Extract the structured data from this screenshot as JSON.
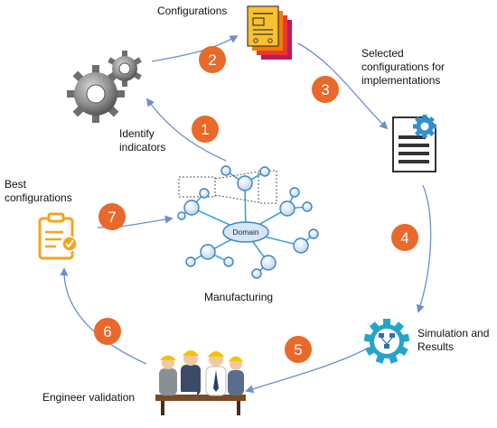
{
  "labels": {
    "configurations": "Configurations",
    "selected": "Selected\nconfigurations for\nimplementations",
    "identify": "Identify\nindicators",
    "best": "Best\nconfigurations",
    "manufacturing": "Manufacturing",
    "simulation": "Simulation and\nResults",
    "engineer": "Engineer validation",
    "domain": "Domain"
  },
  "steps": [
    "1",
    "2",
    "3",
    "4",
    "5",
    "6",
    "7"
  ],
  "icons": {
    "gears": "gears-icon",
    "documents": "document-stack-icon",
    "config_doc": "document-gear-icon",
    "clipboard": "clipboard-check-icon",
    "simulation": "simulation-gear-icon",
    "engineers": "engineers-meeting-icon",
    "network": "domain-network-icon"
  },
  "colors": {
    "step_circle": "#e8692a",
    "arrow": "#6f8fc9",
    "network_line": "#3aa7c9",
    "clipboard": "#f4a41c",
    "gear_blue": "#2f8fd0"
  }
}
